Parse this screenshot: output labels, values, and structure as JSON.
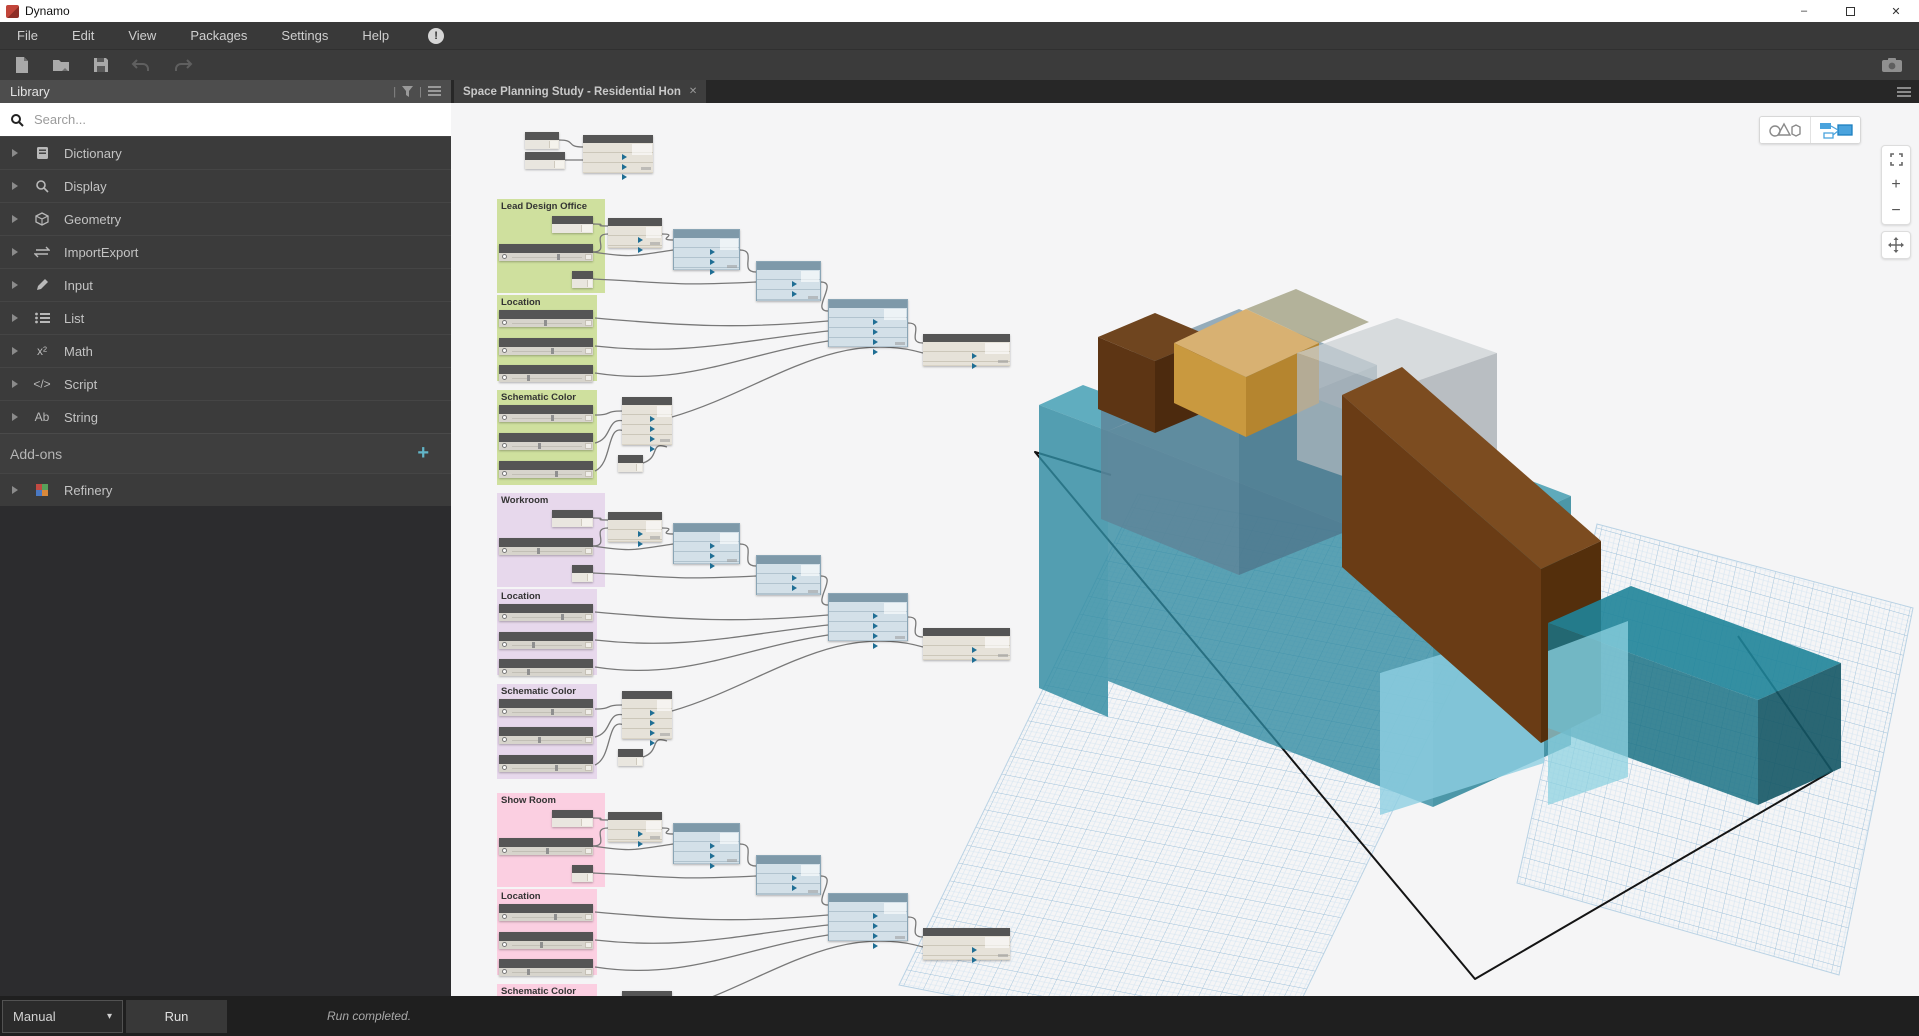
{
  "window": {
    "title": "Dynamo"
  },
  "menu": {
    "items": [
      "File",
      "Edit",
      "View",
      "Packages",
      "Settings",
      "Help"
    ]
  },
  "library": {
    "title": "Library",
    "search_placeholder": "Search...",
    "categories": [
      {
        "label": "Dictionary"
      },
      {
        "label": "Display"
      },
      {
        "label": "Geometry"
      },
      {
        "label": "ImportExport"
      },
      {
        "label": "Input"
      },
      {
        "label": "List"
      },
      {
        "label": "Math"
      },
      {
        "label": "Script"
      },
      {
        "label": "String"
      }
    ],
    "addons_title": "Add-ons",
    "addons_plus": "+",
    "addons": [
      {
        "label": "Refinery"
      }
    ]
  },
  "tabs": [
    {
      "label": "Space Planning Study - Residential Hon"
    }
  ],
  "canvas": {
    "groups": [
      {
        "label": "Lead Design Office",
        "color": "#cfe09e"
      },
      {
        "label": "Location",
        "color": "#cfe09e"
      },
      {
        "label": "Schematic Color",
        "color": "#cfe09e"
      },
      {
        "label": "Workroom",
        "color": "#e7d8ec"
      },
      {
        "label": "Location",
        "color": "#e7d8ec"
      },
      {
        "label": "Schematic Color",
        "color": "#e7d8ec"
      },
      {
        "label": "Show Room",
        "color": "#fbcfe1"
      },
      {
        "label": "Location",
        "color": "#fbcfe1"
      },
      {
        "label": "Schematic Color",
        "color": "#fbcfe1"
      }
    ]
  },
  "run_bar": {
    "mode": "Manual",
    "run_label": "Run",
    "status": "Run completed."
  },
  "colors": {
    "canvas_bg": "#f5f5f6",
    "panel_row": "#3b3b3b",
    "accent_teal": "#62b5c8",
    "node_blue": "#bccfdb",
    "node_tan": "#d9d3c5",
    "model_teal": "#2e89a0",
    "model_brown": "#6a3c15",
    "model_tan": "#c9993f",
    "grid_blue": "#9cc0da"
  }
}
